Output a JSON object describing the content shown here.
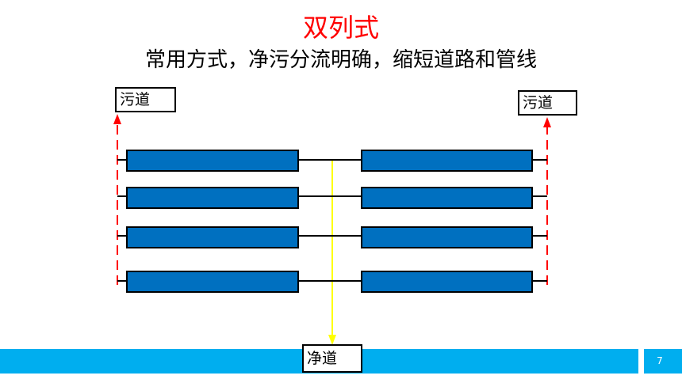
{
  "slide": {
    "title": "双列式",
    "subtitle": "常用方式，净污分流明确，缩短道路和管线",
    "page_number": "7"
  },
  "labels": {
    "dirty_left": "污道",
    "dirty_right": "污道",
    "clean": "净道"
  },
  "colors": {
    "title": "#ff0000",
    "building_fill": "#0070c0",
    "building_border": "#000000",
    "dirty_route": "#ff0000",
    "clean_route": "#ffff00",
    "bar": "#00aeef"
  },
  "layout": {
    "columns": 2,
    "rows": 4
  }
}
